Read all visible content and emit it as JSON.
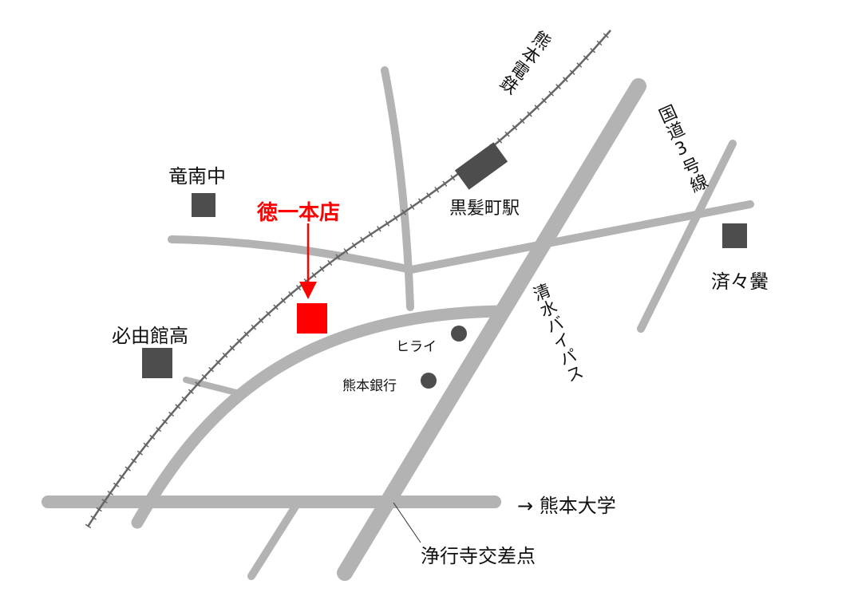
{
  "colors": {
    "road": "#b3b3b3",
    "railway": "#666666",
    "landmark": "#4d4d4d",
    "store": "#ff0000",
    "text": "#111111"
  },
  "store": {
    "name": "徳一本店",
    "marker": "red-square",
    "arrow": "down-arrow"
  },
  "railway": {
    "name": "熊本電鉄"
  },
  "station": {
    "name": "黒髪町駅"
  },
  "roads": {
    "route3": "国道3号線",
    "bypass": "清水バイパス",
    "to_university": "→ 熊本大学",
    "intersection": "浄行寺交差点"
  },
  "landmarks": [
    {
      "name": "竜南中",
      "marker": "square"
    },
    {
      "name": "必由館高",
      "marker": "square"
    },
    {
      "name": "済々黌",
      "marker": "square"
    },
    {
      "name": "ヒライ",
      "marker": "circle"
    },
    {
      "name": "熊本銀行",
      "marker": "circle"
    }
  ]
}
